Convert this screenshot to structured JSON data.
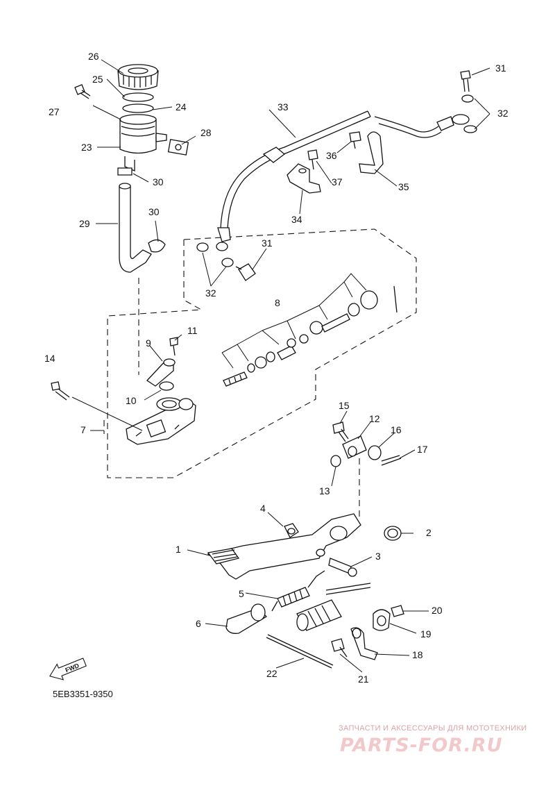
{
  "callouts": {
    "n1": "1",
    "n2": "2",
    "n3": "3",
    "n4": "4",
    "n5": "5",
    "n6": "6",
    "n7": "7",
    "n8": "8",
    "n9": "9",
    "n10": "10",
    "n11": "11",
    "n12": "12",
    "n13": "13",
    "n14": "14",
    "n15": "15",
    "n16": "16",
    "n17": "17",
    "n18": "18",
    "n19": "19",
    "n20": "20",
    "n21": "21",
    "n22": "22",
    "n23": "23",
    "n24": "24",
    "n25": "25",
    "n26": "26",
    "n27": "27",
    "n28": "28",
    "n29": "29",
    "n30a": "30",
    "n30b": "30",
    "n31a": "31",
    "n31b": "31",
    "n32a": "32",
    "n32b": "32",
    "n33": "33",
    "n34": "34",
    "n35": "35",
    "n36": "36",
    "n37": "37"
  },
  "diagram_code": "5EB3351-9350",
  "fwd_label": "FWD",
  "watermark": {
    "tagline": "ЗАПЧАСТИ И АКСЕССУАРЫ ДЛЯ МОТОТЕХНИКИ",
    "site": "PARTS-FOR.RU"
  }
}
